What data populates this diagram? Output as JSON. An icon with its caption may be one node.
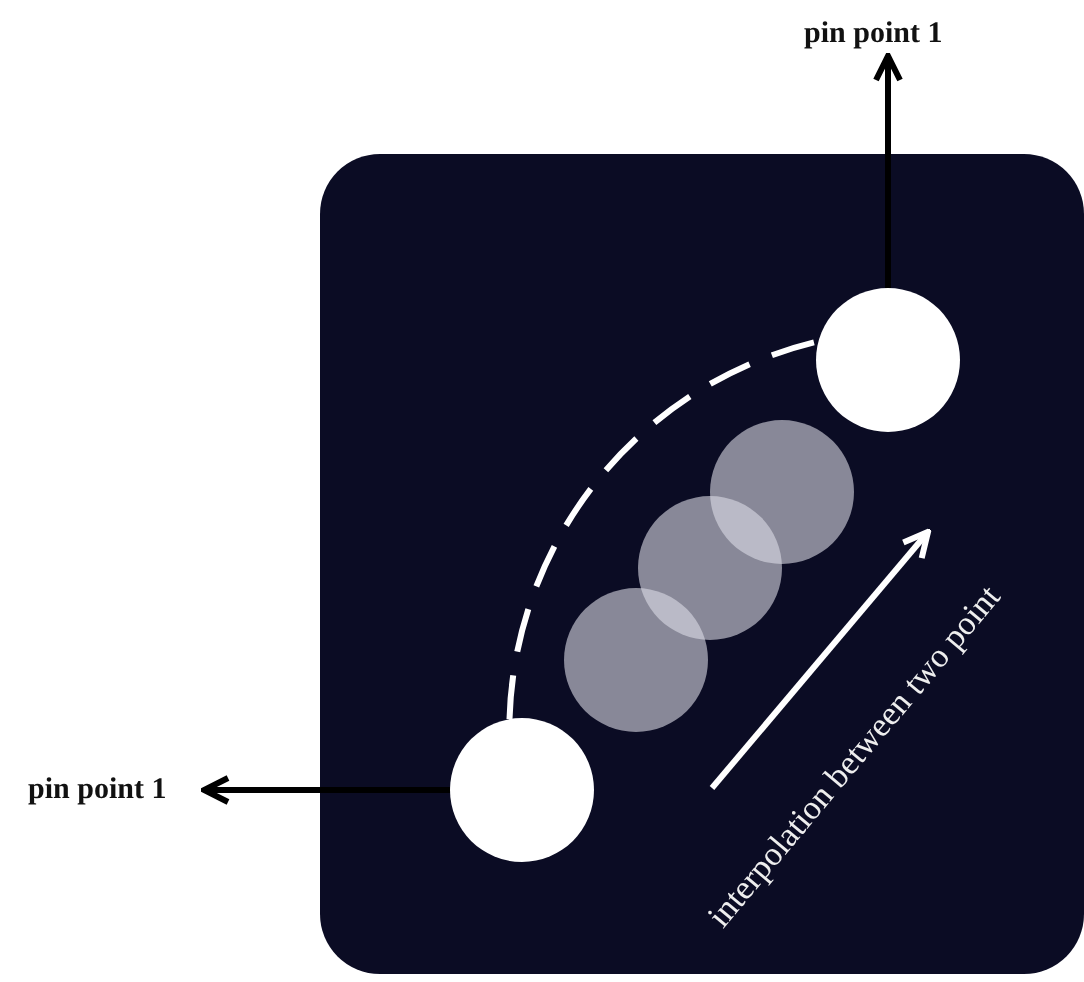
{
  "diagram": {
    "nodes": [
      {
        "text": [
          "pin point 1"
        ]
      },
      {
        "text": [],
        "shape": "box"
      },
      {
        "text": [],
        "shape": "circle",
        "in": 1
      },
      {
        "text": [],
        "shape": "circle",
        "in": 1
      },
      {
        "text": [],
        "shape": "circle",
        "in": 1
      },
      {
        "text": [],
        "shape": "circle",
        "in": 1
      },
      {
        "text": [],
        "shape": "circle",
        "in": 1
      },
      {
        "text": [
          "pin point 1"
        ]
      }
    ],
    "edges": [
      {
        "from": 2,
        "to": 0,
        "arrow": "to"
      },
      {
        "from": 6,
        "to": 7,
        "arrow": "to"
      },
      {
        "from": 6,
        "to": 2,
        "arrow": "none",
        "style": "dashed",
        "color": "#ffffff"
      }
    ],
    "labels": [
      "interpolation between two point"
    ]
  }
}
